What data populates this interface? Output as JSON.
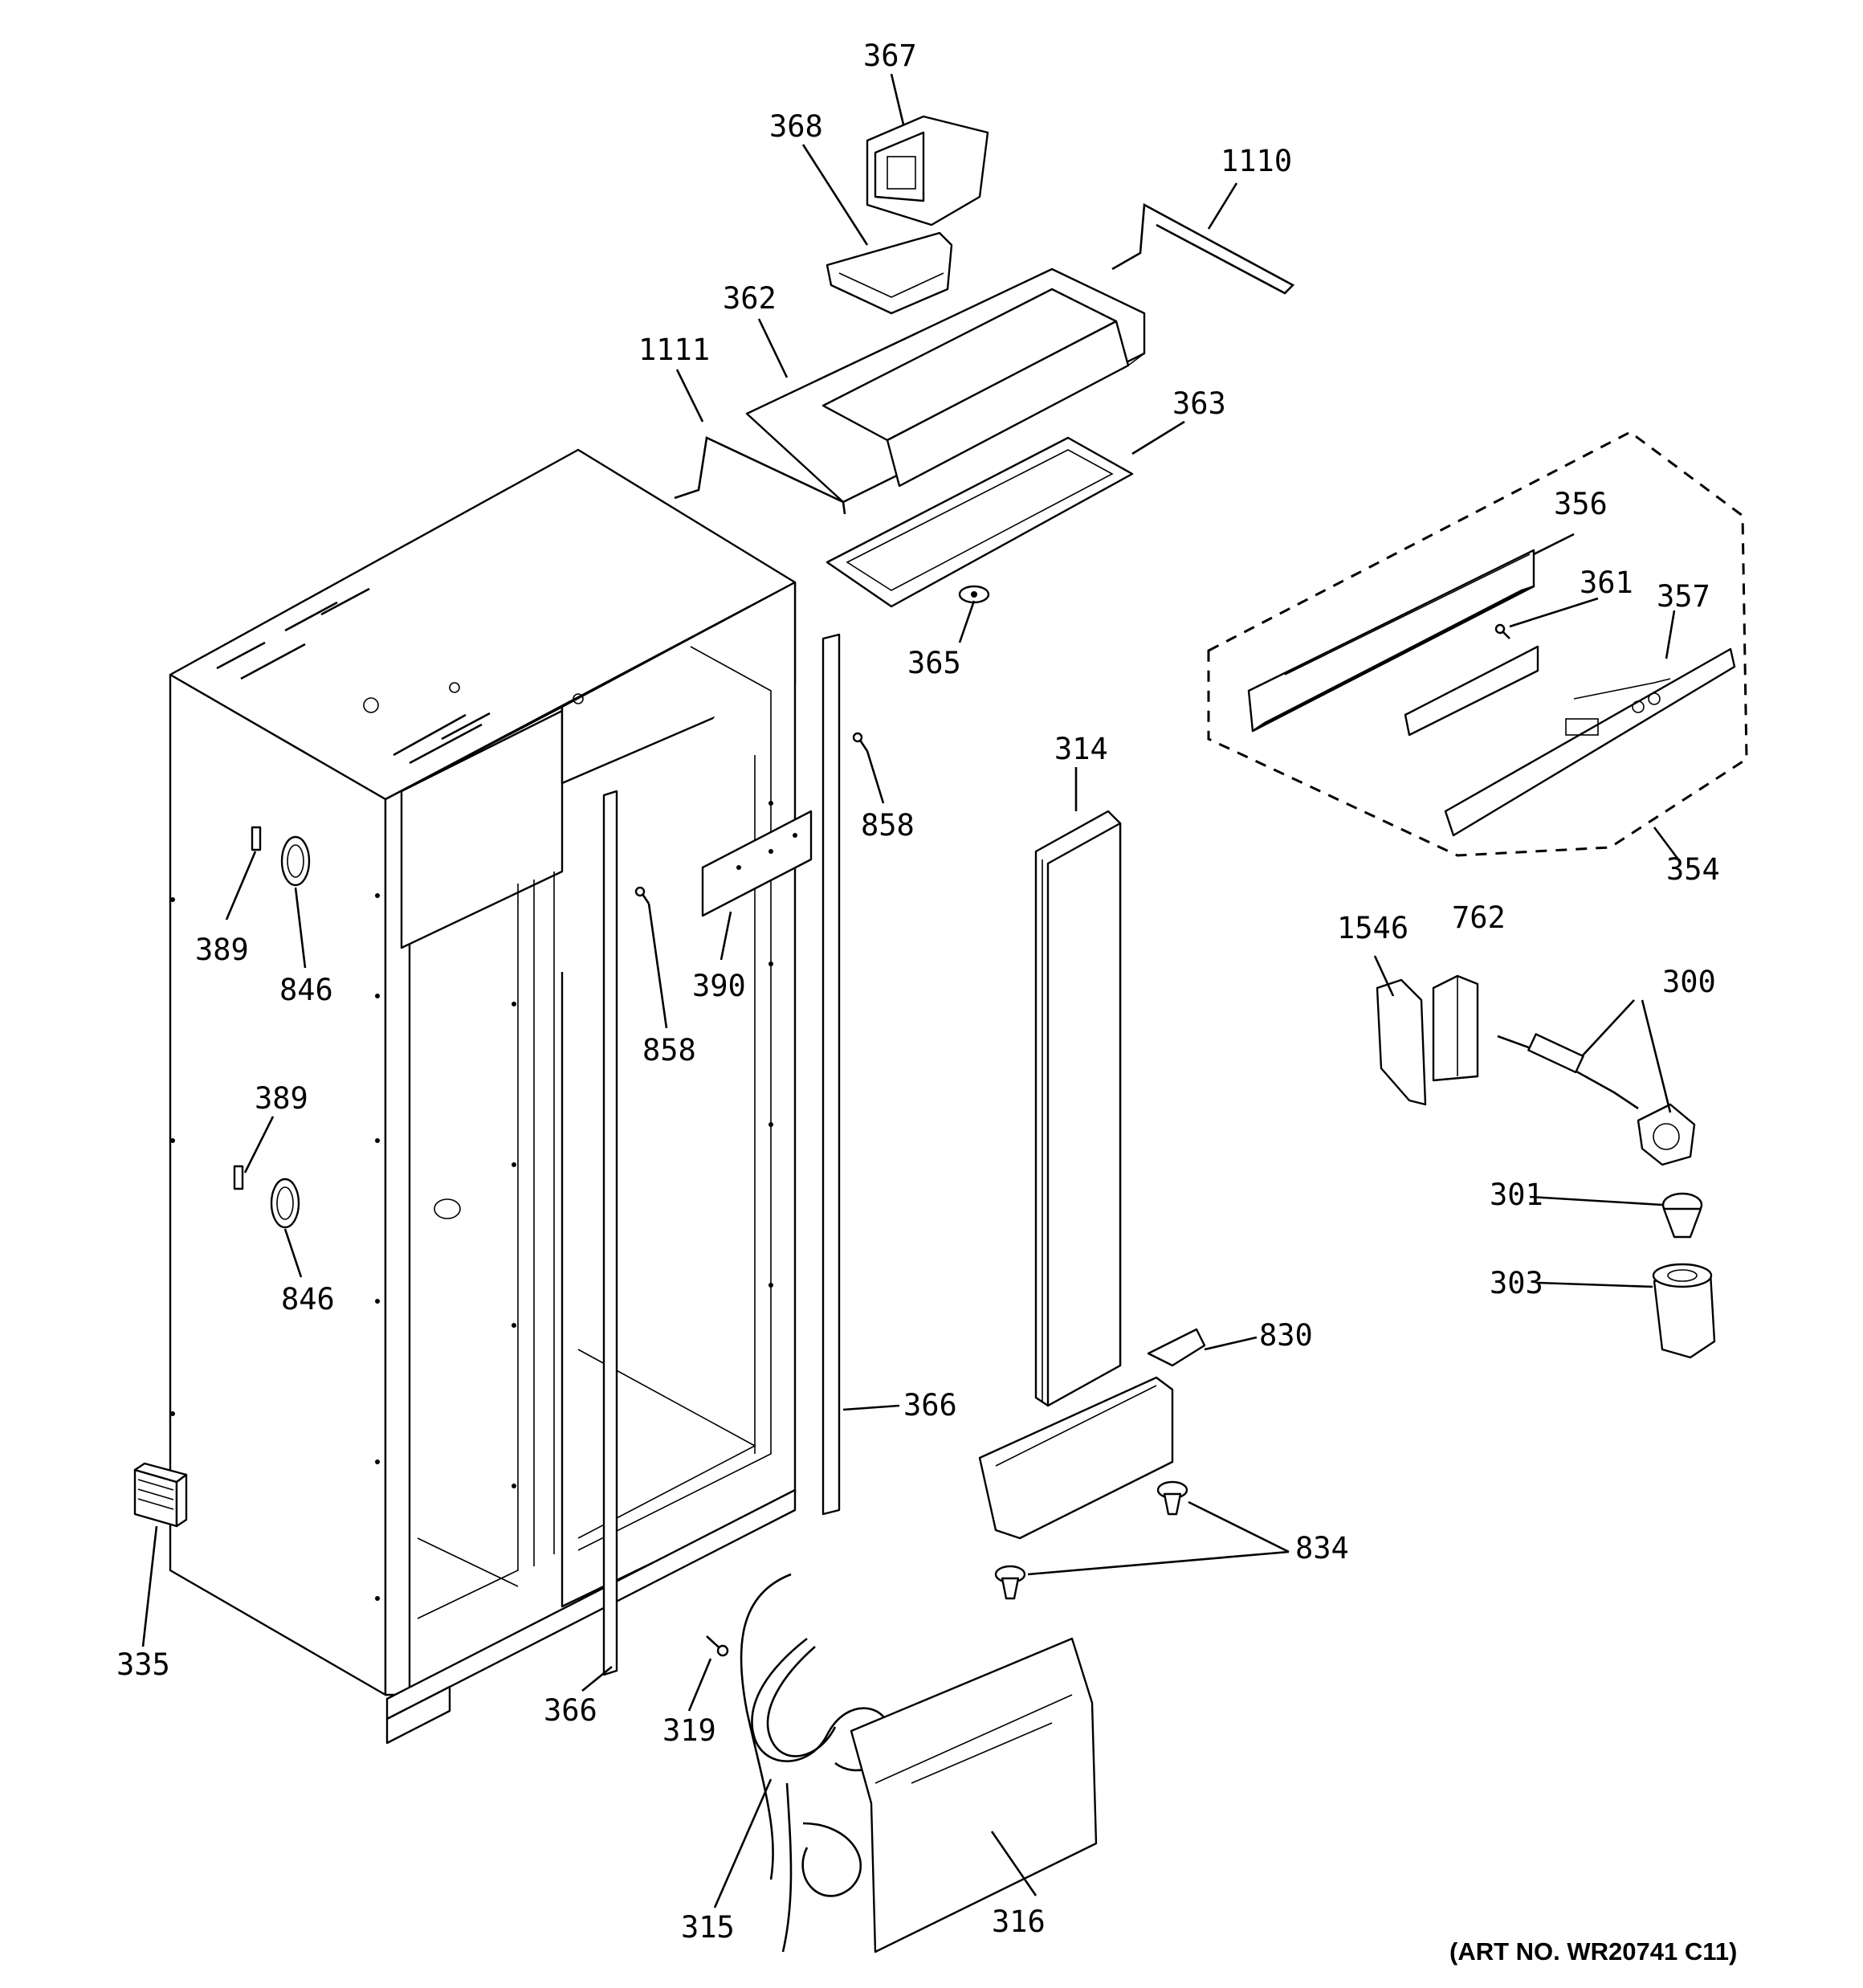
{
  "art_number": "(ART NO. WR20741 C11)",
  "labels": {
    "p367": "367",
    "p368": "368",
    "p1110": "1110",
    "p362": "362",
    "p1111": "1111",
    "p363": "363",
    "p356": "356",
    "p361": "361",
    "p357": "357",
    "p365": "365",
    "p354": "354",
    "p314": "314",
    "p858a": "858",
    "p858b": "858",
    "p389a": "389",
    "p846a": "846",
    "p390": "390",
    "p1546": "1546",
    "p762": "762",
    "p300": "300",
    "p389b": "389",
    "p301": "301",
    "p846b": "846",
    "p303": "303",
    "p830": "830",
    "p366a": "366",
    "p834": "834",
    "p335": "335",
    "p366b": "366",
    "p319": "319",
    "p315": "315",
    "p316": "316"
  }
}
